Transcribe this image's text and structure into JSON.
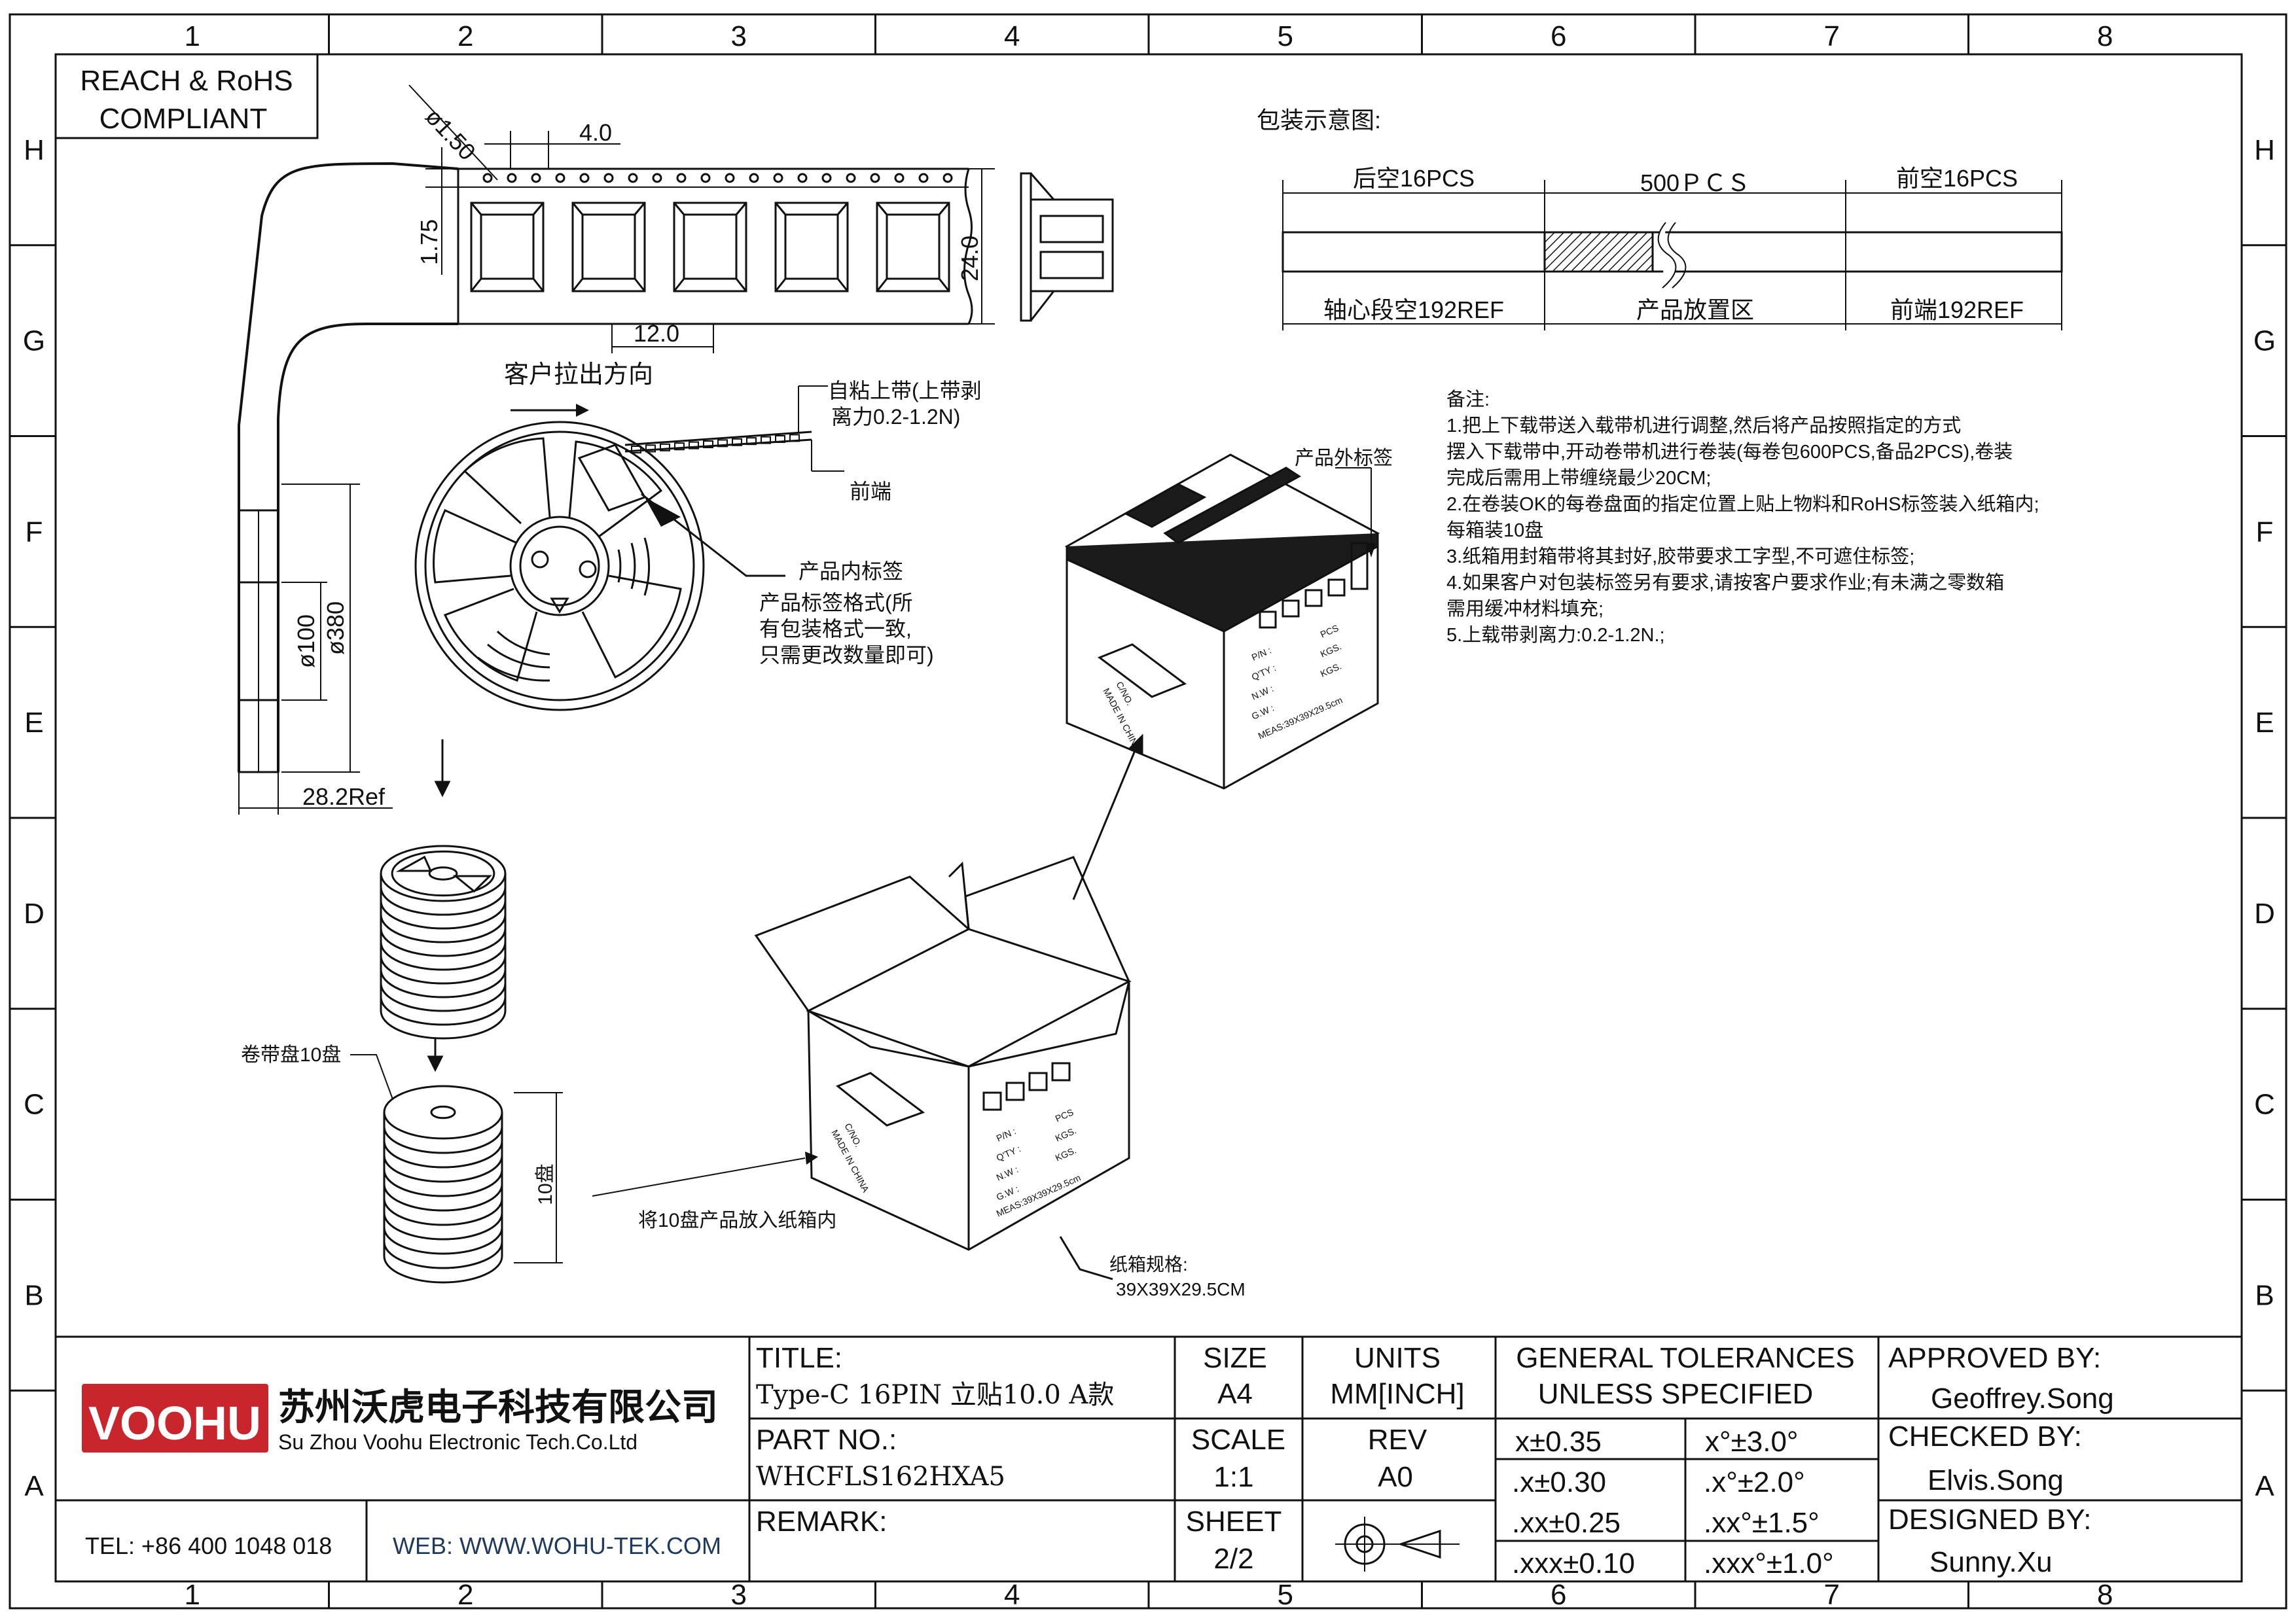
{
  "frame": {
    "columns": [
      "1",
      "2",
      "3",
      "4",
      "5",
      "6",
      "7",
      "8"
    ],
    "rows": [
      "H",
      "G",
      "F",
      "E",
      "D",
      "C",
      "B",
      "A"
    ]
  },
  "compliance": {
    "line1": "REACH & RoHS",
    "line2": "COMPLIANT"
  },
  "tape": {
    "hole_dia": "ø1.50",
    "pitch": "4.0",
    "edge": "1.75",
    "width": "24.0",
    "pocket_pitch": "12.0"
  },
  "reel": {
    "pull_direction": "客户拉出方向",
    "cover_tape_1": "自粘上带(上带剥",
    "cover_tape_2": "离力0.2-1.2N)",
    "front_end": "前端",
    "inner_label_title": "产品内标签",
    "inner_label_1": "产品标签格式(所",
    "inner_label_2": "有包装格式一致,",
    "inner_label_3": "只需更改数量即可)",
    "hub_dia": "ø100",
    "reel_dia": "ø380",
    "reel_width": "28.2Ref",
    "stack_label": "卷带盘10盘",
    "stack_height": "10盘",
    "into_carton": "将10盘产品放入纸箱内"
  },
  "carton": {
    "outer_label": "产品外标签",
    "cno": "C/NO.",
    "made_in": "MADE IN CHINA",
    "pn": "P/N :",
    "qty": "Q'TY :",
    "nw": "N.W :",
    "gw": "G.W :",
    "pcs": "PCS",
    "kgs": "KGS.",
    "meas": "MEAS:39X39X29.5cm",
    "spec_title": "纸箱规格:",
    "spec_value": "39X39X29.5CM"
  },
  "package_diagram": {
    "title": "包装示意图:",
    "rear_empty": "后空16PCS",
    "qty": "500ＰＣＳ",
    "front_empty": "前空16PCS",
    "hub_section": "轴心段空192REF",
    "product_area": "产品放置区",
    "front_end": "前端192REF"
  },
  "notes": {
    "title": "备注:",
    "lines": [
      "1.把上下载带送入载带机进行调整,然后将产品按照指定的方式",
      "   摆入下载带中,开动卷带机进行卷装(每卷包600PCS,备品2PCS),卷装",
      "   完成后需用上带缠绕最少20CM;",
      "2.在卷装OK的每卷盘面的指定位置上贴上物料和RoHS标签装入纸箱内;",
      "   每箱装10盘",
      "3.纸箱用封箱带将其封好,胶带要求工字型,不可遮住标签;",
      "4.如果客户对包装标签另有要求,请按客户要求作业;有未满之零数箱",
      "   需用缓冲材料填充;",
      "5.上载带剥离力:0.2-1.2N.;"
    ]
  },
  "title_block": {
    "logo_text": "VOOHU",
    "company_cn": "苏州沃虎电子科技有限公司",
    "company_en": "Su Zhou Voohu Electronic Tech.Co.Ltd",
    "tel": "TEL: +86 400 1048 018",
    "web": "WEB: WWW.WOHU-TEK.COM",
    "title_label": "TITLE:",
    "title_value": "Type-C 16PIN 立贴10.0 A款",
    "part_label": "PART NO.:",
    "part_value": "WHCFLS162HXA5",
    "remark_label": "REMARK:",
    "size_label": "SIZE",
    "size_value": "A4",
    "units_label": "UNITS",
    "units_value": "MM[INCH]",
    "scale_label": "SCALE",
    "scale_value": "1:1",
    "rev_label": "REV",
    "rev_value": "A0",
    "sheet_label": "SHEET",
    "sheet_value": "2/2",
    "tol_title_1": "GENERAL TOLERANCES",
    "tol_title_2": "UNLESS SPECIFIED",
    "tol_linear": [
      "x±0.35",
      ".x±0.30",
      ".xx±0.25",
      ".xxx±0.10"
    ],
    "tol_angular": [
      "x°±3.0°",
      ".x°±2.0°",
      ".xx°±1.5°",
      ".xxx°±1.0°"
    ],
    "approved_label": "APPROVED BY:",
    "approved_value": "Geoffrey.Song",
    "checked_label": "CHECKED BY:",
    "checked_value": "Elvis.Song",
    "designed_label": "DESIGNED BY:",
    "designed_value": "Sunny.Xu"
  },
  "colors": {
    "line": "#111111",
    "logo_red": "#c8262c"
  }
}
